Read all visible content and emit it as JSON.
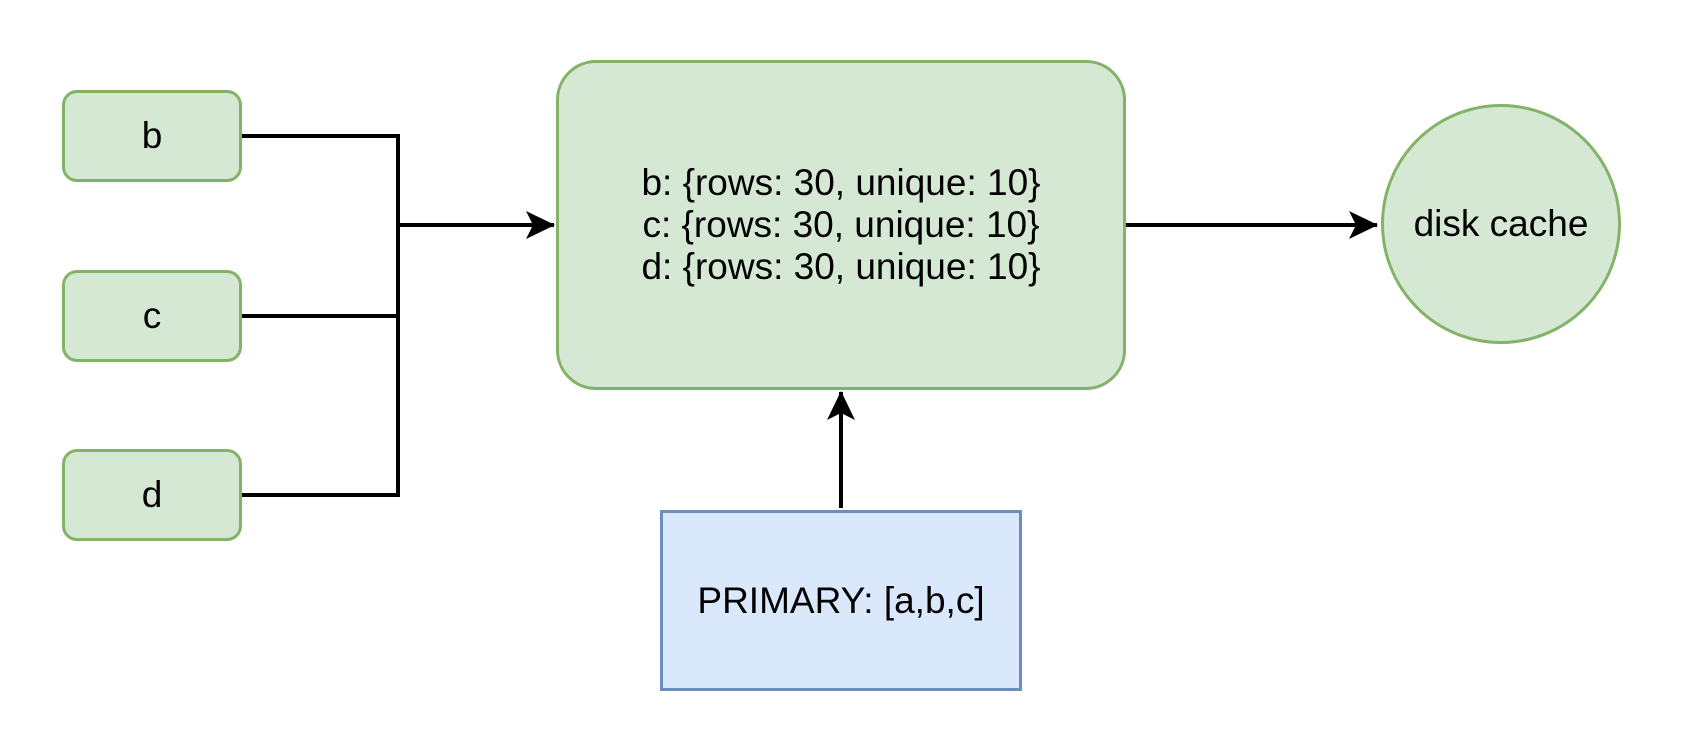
{
  "diagram": {
    "background": "#ffffff",
    "colors": {
      "green_fill": "#d5e8d4",
      "green_stroke": "#82b366",
      "blue_fill": "#dae8fc",
      "blue_stroke": "#6c8ebf",
      "edge": "#000000",
      "text": "#000000"
    },
    "nodes": {
      "b": {
        "label": "b",
        "shape": "rounded-rectangle",
        "color": "green"
      },
      "c": {
        "label": "c",
        "shape": "rounded-rectangle",
        "color": "green"
      },
      "d": {
        "label": "d",
        "shape": "rounded-rectangle",
        "color": "green"
      },
      "stats": {
        "shape": "rounded-rectangle",
        "color": "green",
        "lines": [
          "b: {rows: 30, unique: 10}",
          "c: {rows: 30, unique: 10}",
          "d: {rows: 30, unique: 10}"
        ]
      },
      "disk_cache": {
        "label": "disk cache",
        "shape": "circle",
        "color": "green"
      },
      "primary": {
        "label": "PRIMARY: [a,b,c]",
        "shape": "rectangle",
        "color": "blue"
      }
    },
    "edges": [
      {
        "from": "b",
        "to": "stats",
        "arrowhead": "shared"
      },
      {
        "from": "c",
        "to": "stats",
        "arrowhead": "shared"
      },
      {
        "from": "d",
        "to": "stats",
        "arrowhead": "shared"
      },
      {
        "from": "stats",
        "to": "disk_cache",
        "arrowhead": "classic"
      },
      {
        "from": "primary",
        "to": "stats",
        "arrowhead": "classic"
      }
    ]
  }
}
